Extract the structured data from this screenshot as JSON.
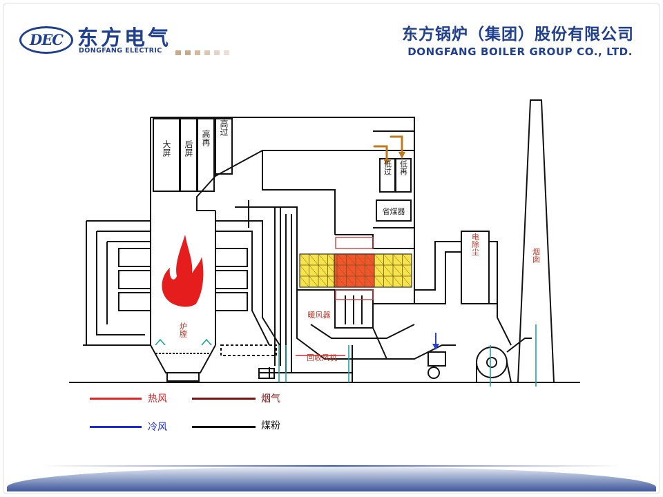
{
  "header": {
    "logo_text": "DEC",
    "brand_cn": "东方电气",
    "brand_en": "DONGFANG ELECTRIC",
    "company_cn": "东方锅炉（集团）股份有限公司",
    "company_en": "DONGFANG BOILER GROUP CO., LTD.",
    "dot_colors": [
      "#c9a98c",
      "#c9a98c",
      "#d4b9a0",
      "#dbc6b2",
      "#e3d3c4",
      "#eadfd4"
    ]
  },
  "components": {
    "platen_superheater": "大屏",
    "rear_platen": "后屏",
    "high_temp_reheater": "高再",
    "high_temp_superheater": "高过",
    "low_temp_superheater": "低过",
    "low_temp_reheater": "低再",
    "economizer": "省煤器",
    "furnace": "炉膛",
    "air_preheater": "暖风器",
    "recirculation_fan": "回收风机",
    "esp": "电除尘",
    "chimney": "烟囱"
  },
  "legend": [
    {
      "label": "热风",
      "color": "#e32222"
    },
    {
      "label": "烟气",
      "color": "#7a1010"
    },
    {
      "label": "冷风",
      "color": "#1a2bd6"
    },
    {
      "label": "煤粉",
      "color": "#111111"
    }
  ],
  "colors": {
    "brand": "#1f3f8f",
    "flame": "#e51d1d",
    "scr_yellow": "#f7e34a",
    "scr_orange": "#f2552b",
    "flow_arrow": "#c07a1e",
    "cold_air": "#2a3fd0",
    "line": "#111111",
    "teal": "#1aa3a3"
  }
}
